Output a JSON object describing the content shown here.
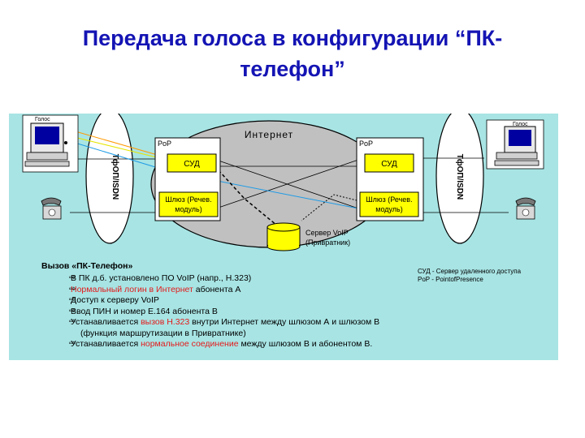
{
  "slide": {
    "title": "Передача голоса в конфигурации “ПК-телефон”"
  },
  "diagram": {
    "internet_label": "Интернет",
    "pc_left_label": "Голос",
    "pc_right_label": "Голос",
    "isdn_left": "ТфОП/ISDN",
    "isdn_right": "ТфОП/ISDN",
    "pop_left": {
      "label": "PoP",
      "sud": "СУД",
      "gateway_line1": "Шлюз (Речев.",
      "gateway_line2": "модуль)"
    },
    "pop_right": {
      "label": "PoP",
      "sud": "СУД",
      "gateway_line1": "Шлюз (Речев.",
      "gateway_line2": "модуль)"
    },
    "server_line1": "Сервер VoIP",
    "server_line2": "(Привратник)"
  },
  "steps": {
    "header": "Вызов «ПК-Телефон»",
    "items": [
      {
        "parts": [
          {
            "t": "В ПК д.б. установлено ПО VoIP (напр., H.323)",
            "red": false
          }
        ]
      },
      {
        "parts": [
          {
            "t": "Нормальный логин в Интернет",
            "red": true
          },
          {
            "t": " абонента А",
            "red": false
          }
        ]
      },
      {
        "parts": [
          {
            "t": "Доступ к серверу VoIP",
            "red": false
          }
        ]
      },
      {
        "parts": [
          {
            "t": "Ввод ПИН и номер E.164 абонента В",
            "red": false
          }
        ]
      },
      {
        "parts": [
          {
            "t": " Устанавливается ",
            "red": false
          },
          {
            "t": "вызов H.323",
            "red": true
          },
          {
            "t": " внутри Интернет между шлюзом А и шлюзом В",
            "red": false
          }
        ]
      },
      {
        "cont": true,
        "parts": [
          {
            "t": "(функция маршрутизации в Привратнике)",
            "red": false
          }
        ]
      },
      {
        "parts": [
          {
            "t": " Устанавливается ",
            "red": false
          },
          {
            "t": "нормальное соединение",
            "red": true
          },
          {
            "t": " между шлюзом В и абонентом В.",
            "red": false
          }
        ]
      }
    ]
  },
  "legend": {
    "line1": "СУД - Сервер удаленного доступа",
    "line2": "PoP - PointofPresence"
  },
  "colors": {
    "title": "#1414b4",
    "panel": "#a8e4e4",
    "ellipse": "#c0c0c0",
    "box": "#ffff00",
    "red_text": "#e41a1a"
  }
}
